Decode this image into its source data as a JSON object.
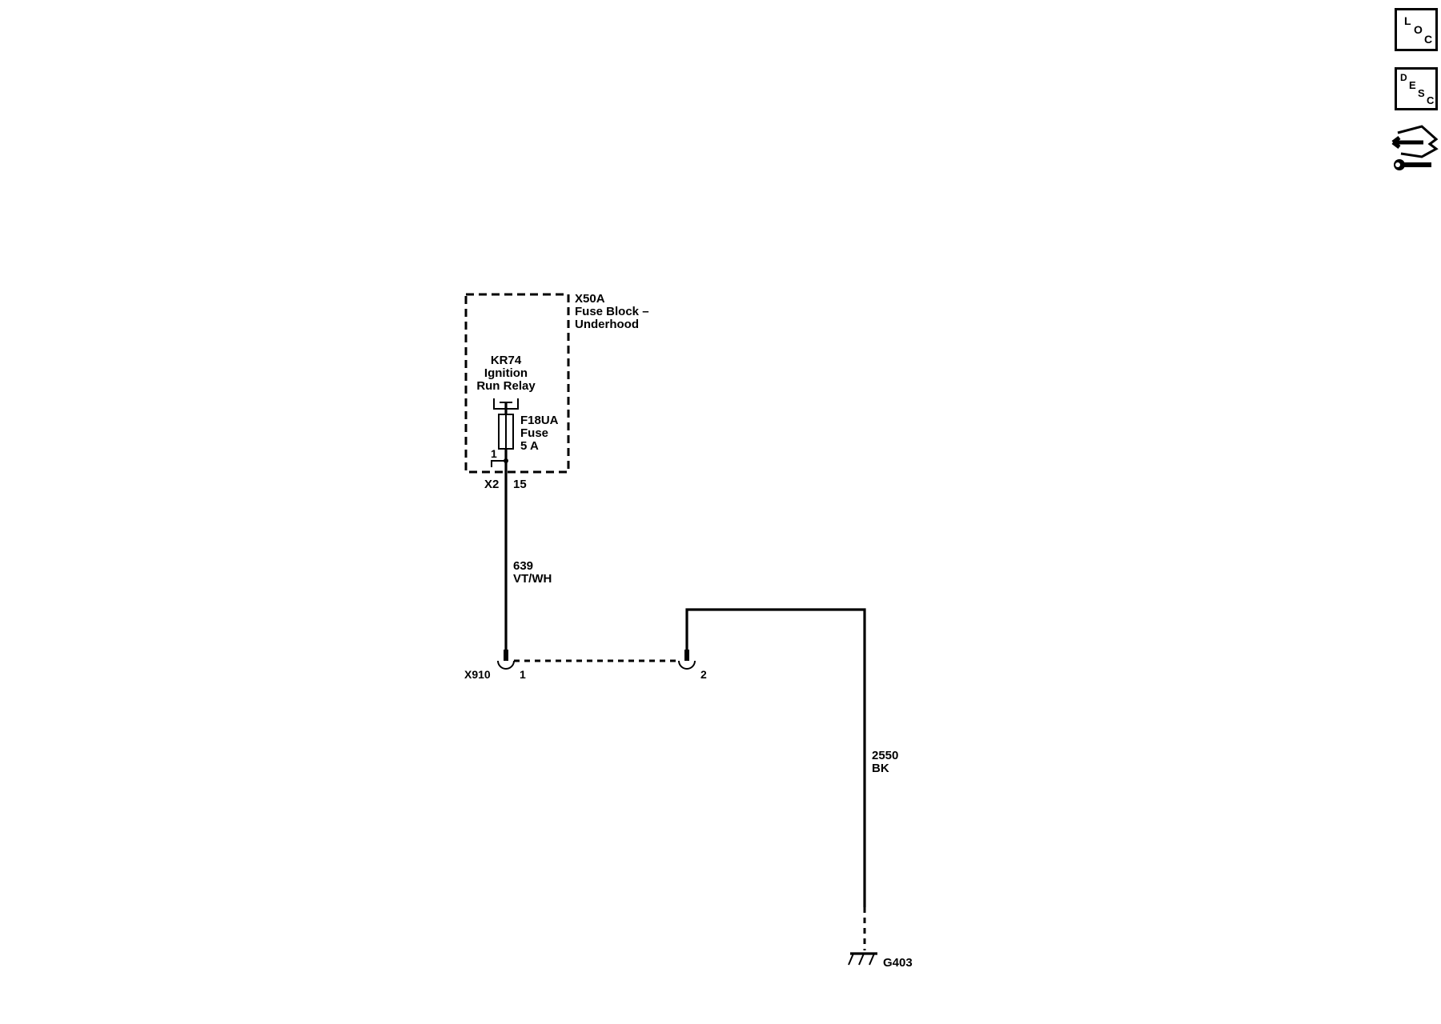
{
  "sidebar": {
    "loc_button": {
      "letters": [
        "L",
        "O",
        "C"
      ]
    },
    "desc_button": {
      "letters": [
        "D",
        "E",
        "S",
        "C"
      ]
    },
    "tools_icon": "connector-wrench-icon"
  },
  "diagram": {
    "fuse_block": {
      "id": "X50A",
      "name_line1": "Fuse Block –",
      "name_line2": "Underhood"
    },
    "relay": {
      "id": "KR74",
      "line1": "Ignition",
      "line2": "Run Relay"
    },
    "fuse": {
      "id": "F18UA",
      "line1": "Fuse",
      "rating": "5 A"
    },
    "relay_pin": "1",
    "connector_x2": {
      "id": "X2",
      "pin": "15"
    },
    "wire_1": {
      "circuit": "639",
      "color": "VT/WH"
    },
    "connector_x910": {
      "id": "X910",
      "pin_a": "1",
      "pin_b": "2"
    },
    "wire_2": {
      "circuit": "2550",
      "color": "BK"
    },
    "ground": {
      "id": "G403"
    }
  }
}
